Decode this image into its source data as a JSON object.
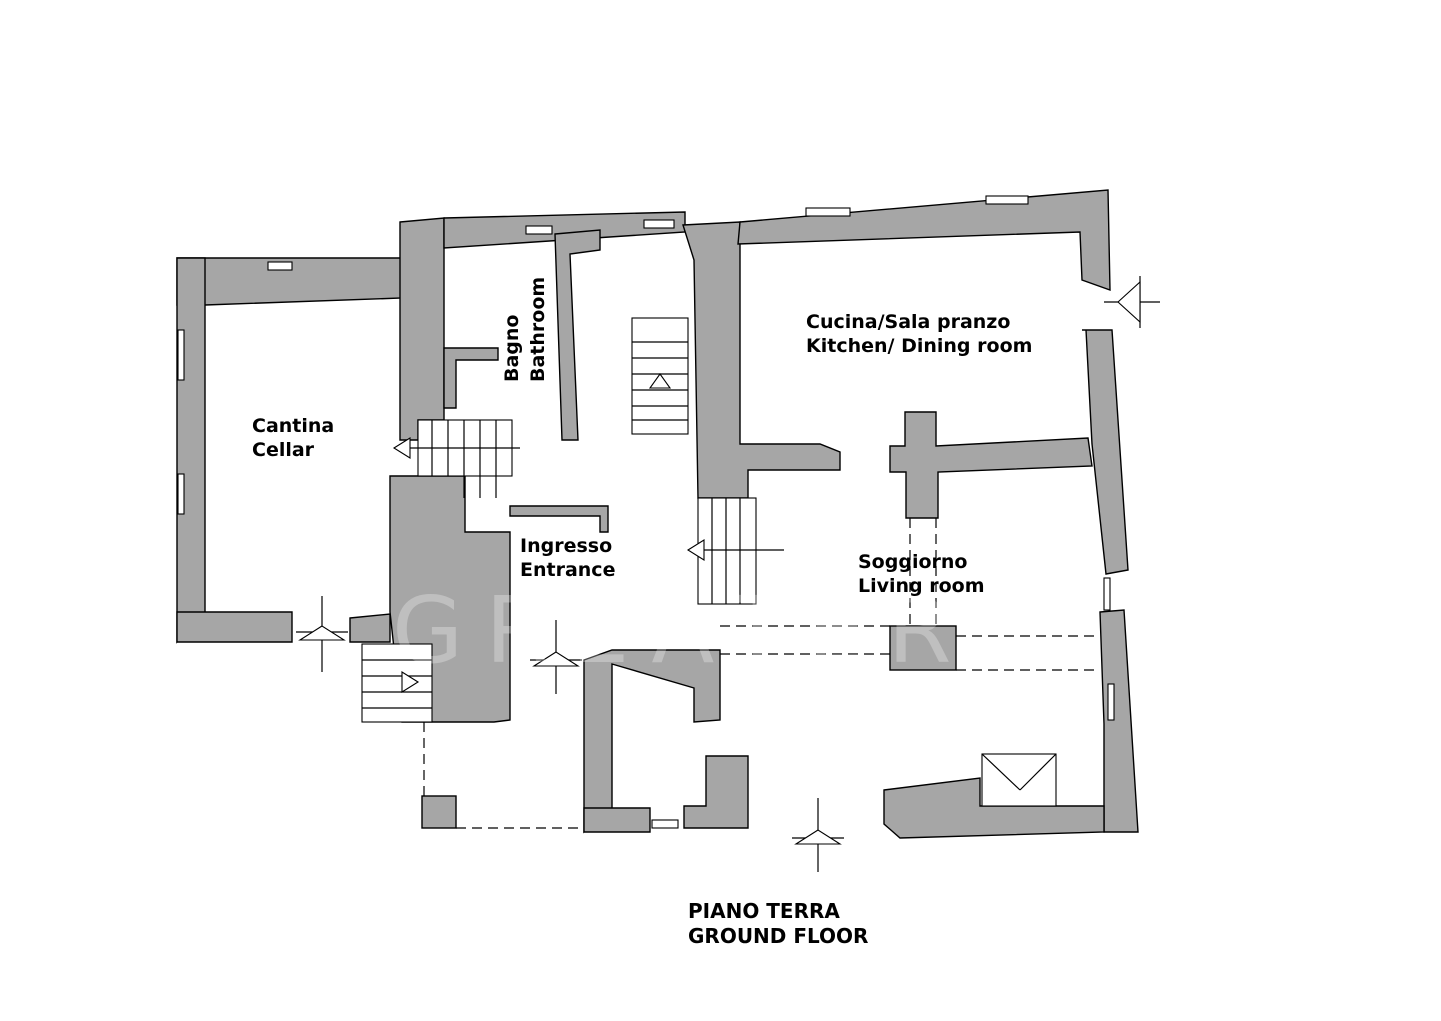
{
  "title": {
    "line1": "PIANO TERRA",
    "line2": "GROUND FLOOR"
  },
  "rooms": {
    "cellar": {
      "it": "Cantina",
      "en": "Cellar"
    },
    "bathroom": {
      "it": "Bagno",
      "en": "Bathroom"
    },
    "entrance": {
      "it": "Ingresso",
      "en": "Entrance"
    },
    "kitchen": {
      "it": "Cucina/Sala pranzo",
      "en": "Kitchen/ Dining room"
    },
    "living": {
      "it": "Soggiorno",
      "en": "Living room"
    }
  },
  "watermark": "GREATER",
  "colors": {
    "wall": "#a6a6a6",
    "line": "#000000",
    "background": "#ffffff"
  }
}
